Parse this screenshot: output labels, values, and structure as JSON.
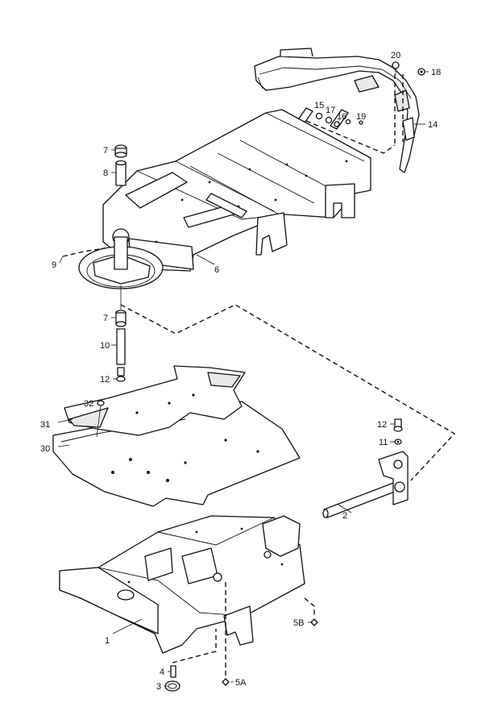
{
  "callouts": {
    "c1": "1",
    "c2": "2",
    "c3": "3",
    "c4": "4",
    "c5a": "5A",
    "c5b": "5B",
    "c6": "6",
    "c7a": "7",
    "c7b": "7",
    "c8": "8",
    "c9": "9",
    "c10": "10",
    "c11": "11",
    "c12a": "12",
    "c12b": "12",
    "c14": "14",
    "c15": "15",
    "c16": "16",
    "c17": "17",
    "c18": "18",
    "c19": "19",
    "c20": "20",
    "c30": "30",
    "c31": "31",
    "c32": "32"
  }
}
